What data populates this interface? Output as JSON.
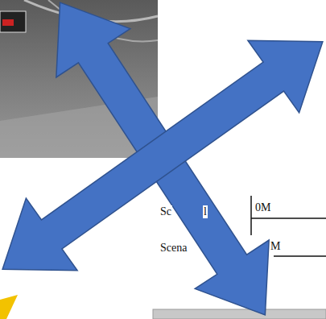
{
  "diagram": {
    "labels": [
      "Sc",
      "l",
      "0M",
      "Scena",
      "M"
    ]
  }
}
